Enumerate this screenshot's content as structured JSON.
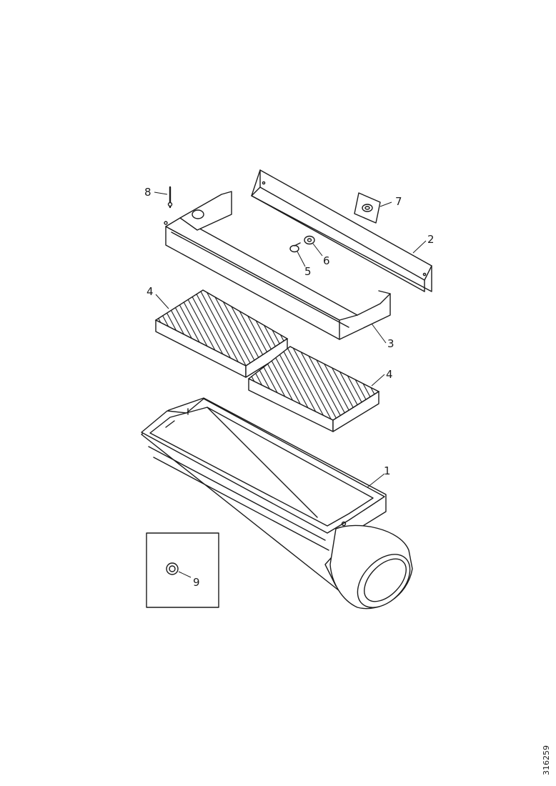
{
  "callouts": {
    "c1": "1",
    "c2": "2",
    "c3": "3",
    "c4a": "4",
    "c4b": "4",
    "c5": "5",
    "c6": "6",
    "c7": "7",
    "c8": "8",
    "c9": "9"
  },
  "document_number": "316259"
}
